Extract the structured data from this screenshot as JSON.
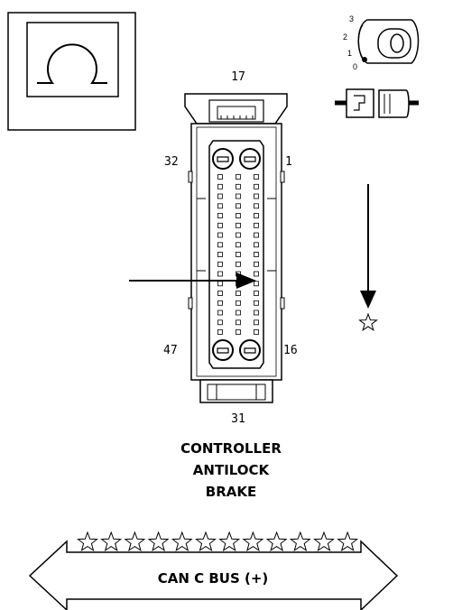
{
  "connector": {
    "pin_labels": {
      "top": "17",
      "top_left": "32",
      "top_right": "1",
      "bottom_left": "47",
      "bottom_right": "16",
      "bottom": "31"
    }
  },
  "ignition_key": {
    "positions": [
      "3",
      "2",
      "1",
      "0"
    ]
  },
  "component": {
    "title_lines": [
      "CONTROLLER",
      "ANTILOCK",
      "BRAKE"
    ]
  },
  "bus": {
    "label": "CAN C BUS (+)"
  }
}
